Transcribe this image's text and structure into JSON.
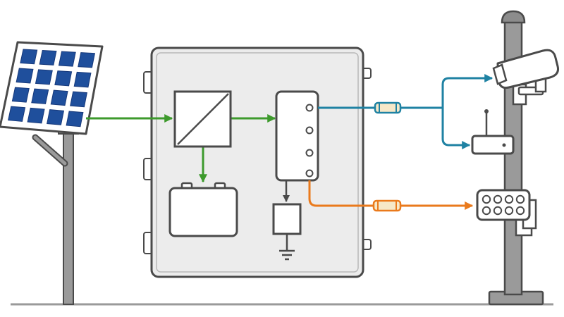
{
  "diagram": {
    "components": [
      {
        "id": "solar-panel",
        "icon": "solar-panel-icon"
      },
      {
        "id": "enclosure",
        "icon": "enclosure-icon"
      },
      {
        "id": "charge-controller",
        "icon": "dc-converter-icon"
      },
      {
        "id": "battery",
        "icon": "battery-icon"
      },
      {
        "id": "distribution-block",
        "icon": "terminal-block-icon"
      },
      {
        "id": "surge-protector",
        "icon": "surge-protector-icon"
      },
      {
        "id": "ground",
        "icon": "ground-icon"
      },
      {
        "id": "camera",
        "icon": "cctv-camera-icon"
      },
      {
        "id": "wireless-modem",
        "icon": "antenna-router-icon"
      },
      {
        "id": "ir-illuminator",
        "icon": "led-light-icon"
      },
      {
        "id": "pole",
        "icon": "pole-icon"
      }
    ],
    "connections": [
      {
        "from": "solar-panel",
        "to": "charge-controller",
        "color": "#3d9a2c"
      },
      {
        "from": "charge-controller",
        "to": "battery",
        "color": "#3d9a2c"
      },
      {
        "from": "charge-controller",
        "to": "distribution-block",
        "color": "#3d9a2c"
      },
      {
        "from": "distribution-block",
        "to": "camera",
        "color": "#1f82a3",
        "fuse": true
      },
      {
        "from": "distribution-block",
        "to": "wireless-modem",
        "color": "#1f82a3",
        "fuse": true
      },
      {
        "from": "distribution-block",
        "to": "ir-illuminator",
        "color": "#ea7a1c",
        "fuse": true
      },
      {
        "from": "distribution-block",
        "to": "surge-protector",
        "color": "#4a4a4a"
      }
    ],
    "colors": {
      "outline": "#4a4a4a",
      "panel_blue": "#1f4f9c",
      "pole_grey": "#9a9a9a",
      "enclosure_fill": "#ececec",
      "component_fill": "#ffffff",
      "power_green": "#3d9a2c",
      "data_blue": "#1f82a3",
      "light_orange": "#ea7a1c",
      "fuse_fill": "#f6e8c8"
    }
  }
}
